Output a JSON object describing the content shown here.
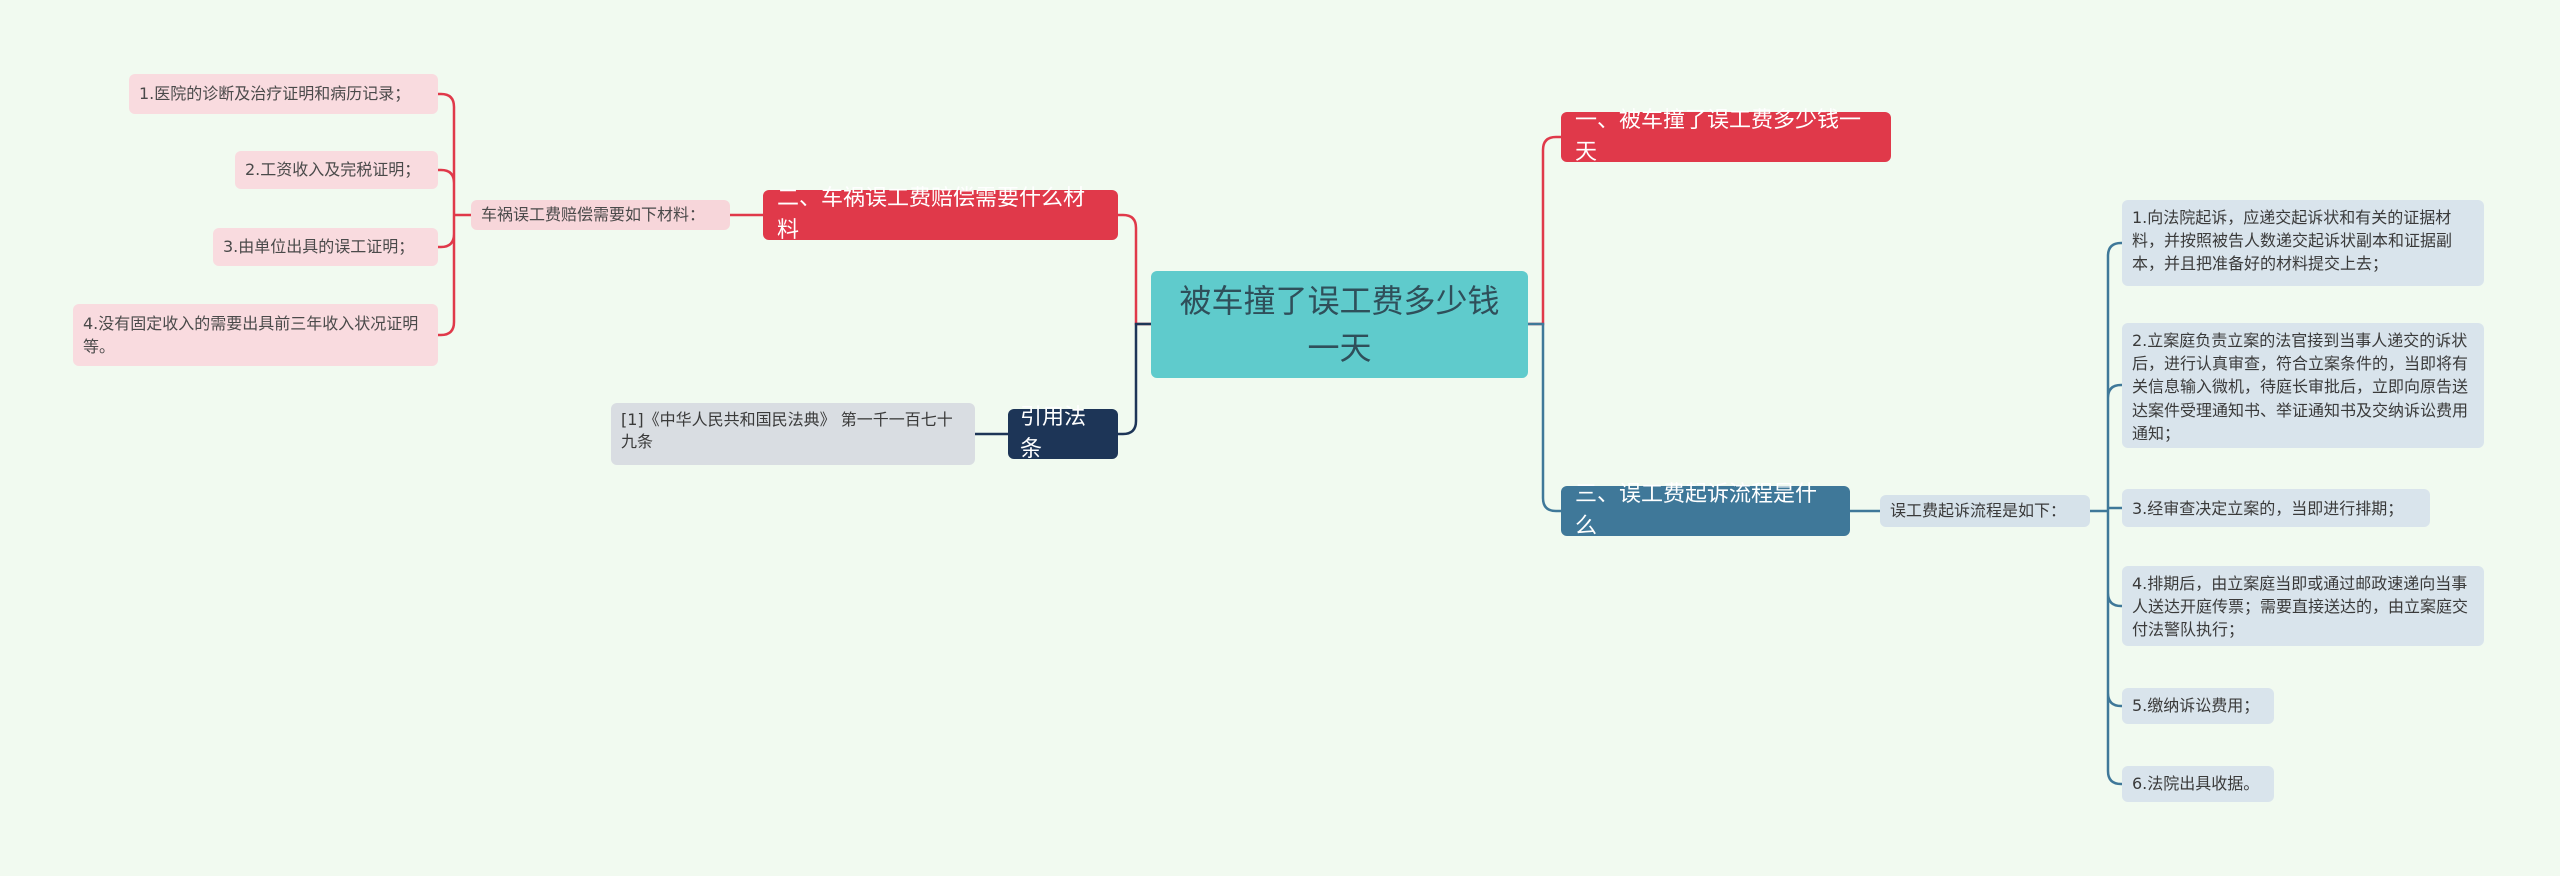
{
  "root": {
    "label": "被车撞了误工费多少钱一天"
  },
  "branch_one": {
    "label": "一、被车撞了误工费多少钱一天"
  },
  "branch_two": {
    "label": "二、车祸误工费赔偿需要什么材料",
    "intro": "车祸误工费赔偿需要如下材料：",
    "items": [
      "1.医院的诊断及治疗证明和病历记录；",
      "2.工资收入及完税证明；",
      "3.由单位出具的误工证明；",
      "4.没有固定收入的需要出具前三年收入状况证明等。"
    ]
  },
  "branch_three": {
    "label": "三、误工费起诉流程是什么",
    "intro": "误工费起诉流程是如下：",
    "items": [
      "1.向法院起诉，应递交起诉状和有关的证据材料，并按照被告人数递交起诉状副本和证据副本，并且把准备好的材料提交上去；",
      "2.立案庭负责立案的法官接到当事人递交的诉状后，进行认真审查，符合立案条件的，当即将有关信息输入微机，待庭长审批后，立即向原告送达案件受理通知书、举证通知书及交纳诉讼费用通知；",
      "3.经审查决定立案的，当即进行排期；",
      "4.排期后，由立案庭当即或通过邮政速递向当事人送达开庭传票；需要直接送达的，由立案庭交付法警队执行；",
      "5.缴纳诉讼费用；",
      "6.法院出具收据。"
    ]
  },
  "citation": {
    "label": "引用法条",
    "items": [
      "[1]《中华人民共和国民法典》 第一千一百七十九条"
    ]
  },
  "colors": {
    "background": "#f1faf0",
    "root": "#5fcbcc",
    "red": "#e0394a",
    "steel_blue": "#3f7899",
    "navy": "#1d3557"
  }
}
